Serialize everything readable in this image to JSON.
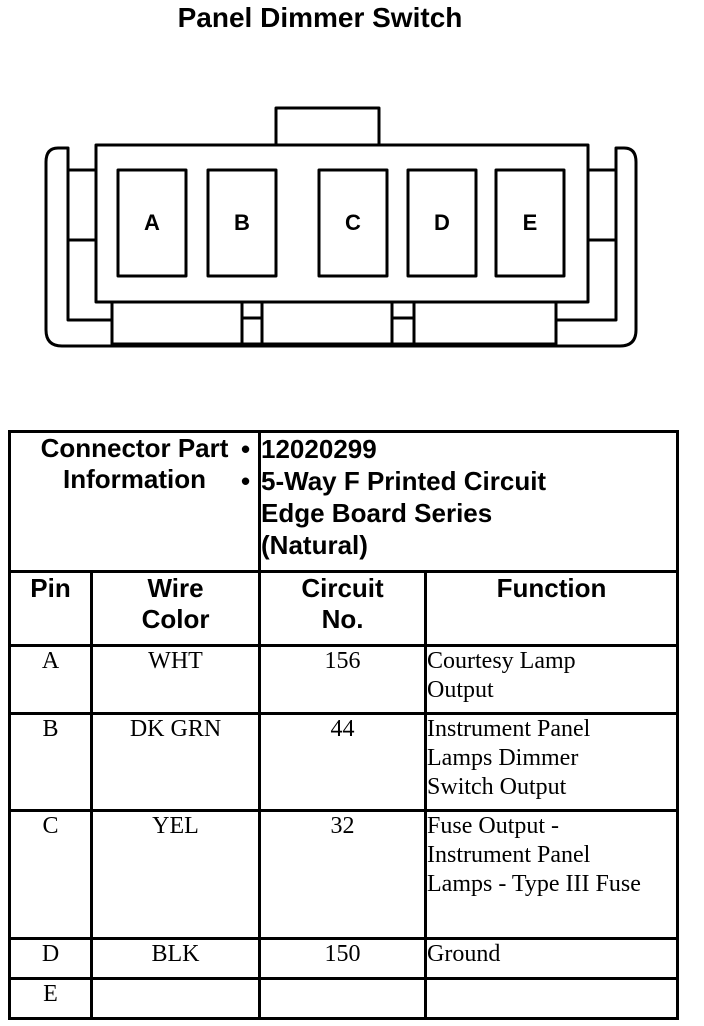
{
  "title": "Panel Dimmer Switch",
  "connector": {
    "pins": [
      "A",
      "B",
      "C",
      "D",
      "E"
    ]
  },
  "part_info": {
    "label": "Connector Part Information",
    "bullet": "•",
    "part_number": "12020299",
    "description_lines": [
      "5-Way F Printed Circuit",
      "Edge Board Series",
      "(Natural)"
    ]
  },
  "table": {
    "headers": {
      "pin": "Pin",
      "wire_color": "Wire Color",
      "circuit_no": "Circuit No.",
      "function": "Function"
    },
    "rows": [
      {
        "pin": "A",
        "wire_color": "WHT",
        "circuit": "156",
        "function": "Courtesy Lamp Output"
      },
      {
        "pin": "B",
        "wire_color": "DK GRN",
        "circuit": "44",
        "function": "Instrument Panel Lamps Dimmer Switch Output"
      },
      {
        "pin": "C",
        "wire_color": "YEL",
        "circuit": "32",
        "function": "Fuse Output - Instrument Panel Lamps - Type III Fuse"
      },
      {
        "pin": "D",
        "wire_color": "BLK",
        "circuit": "150",
        "function": "Ground"
      },
      {
        "pin": "E",
        "wire_color": "",
        "circuit": "",
        "function": ""
      }
    ]
  }
}
